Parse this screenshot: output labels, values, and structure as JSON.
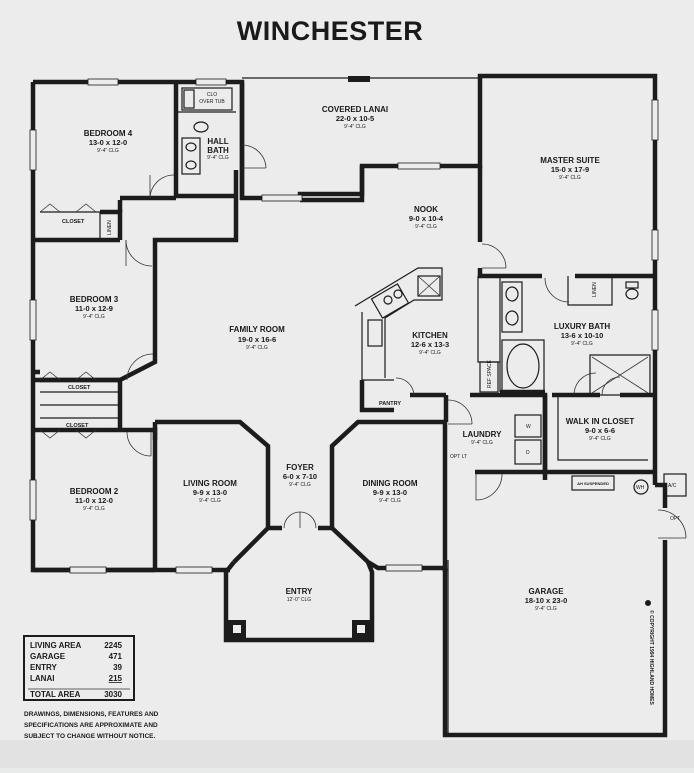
{
  "title": "WINCHESTER",
  "rooms": {
    "bedroom4": {
      "name": "BEDROOM 4",
      "dims": "13-0 x 12-0",
      "clg": "9'-4\" CLG"
    },
    "hall_bath": {
      "name": "HALL BATH",
      "name1": "HALL",
      "name2": "BATH",
      "clg": "9'-4\" CLG",
      "clo": "CLO",
      "over_tub": "OVER TUB"
    },
    "covered_lanai": {
      "name": "COVERED LANAI",
      "dims": "22-0 x 10-5",
      "clg": "9'-4\" CLG"
    },
    "master_suite": {
      "name": "MASTER SUITE",
      "dims": "15-0 x 17-9",
      "clg": "9'-4\" CLG"
    },
    "nook": {
      "name": "NOOK",
      "dims": "9-0 x 10-4",
      "clg": "9'-4\" CLG"
    },
    "bedroom3": {
      "name": "BEDROOM 3",
      "dims": "11-0 x 12-9",
      "clg": "9'-4\" CLG"
    },
    "family_room": {
      "name": "FAMILY ROOM",
      "dims": "19-0 x 16-6",
      "clg": "9'-4\" CLG"
    },
    "kitchen": {
      "name": "KITCHEN",
      "dims": "12-6 x 13-3",
      "clg": "9'-4\" CLG"
    },
    "luxury_bath": {
      "name": "LUXURY BATH",
      "dims": "13-6 x 10-10",
      "clg": "9'-4\" CLG"
    },
    "walk_in_closet": {
      "name": "WALK IN CLOSET",
      "dims": "9-0 x 6-6",
      "clg": "9'-4\" CLG"
    },
    "pantry": {
      "name": "PANTRY"
    },
    "laundry": {
      "name": "LAUNDRY",
      "clg": "9'-4\" CLG"
    },
    "bedroom2": {
      "name": "BEDROOM 2",
      "dims": "11-0 x 12-0",
      "clg": "9'-4\" CLG"
    },
    "living_room": {
      "name": "LIVING ROOM",
      "dims": "9-9 x 13-0",
      "clg": "9'-4\" CLG"
    },
    "foyer": {
      "name": "FOYER",
      "dims": "6-0 x 7-10",
      "clg": "9'-4\" CLG"
    },
    "dining_room": {
      "name": "DINING ROOM",
      "dims": "9-9 x 13-0",
      "clg": "9'-4\" CLG"
    },
    "entry": {
      "name": "ENTRY",
      "clg": "12'-0\" CLG"
    },
    "garage": {
      "name": "GARAGE",
      "dims": "18-10 x 23-0",
      "clg": "9'-4\" CLG"
    }
  },
  "labels": {
    "closet": "CLOSET",
    "linen": "LINEN",
    "opt_lt": "OPT LT",
    "opt": "OPT",
    "ac": "A/C",
    "wh": "WH",
    "w": "W",
    "d": "D",
    "ah_suspended": "AH SUSPENDED",
    "ref_space": "REF SPACE",
    "copyright": "© COPYRIGHT 1994 HIGHLAND HOMES"
  },
  "area_table": [
    {
      "label": "LIVING AREA",
      "value": "2245"
    },
    {
      "label": "GARAGE",
      "value": "471"
    },
    {
      "label": "ENTRY",
      "value": "39"
    },
    {
      "label": "LANAI",
      "value": "215"
    },
    {
      "label": "TOTAL AREA",
      "value": "3030"
    }
  ],
  "disclaimer": [
    "DRAWINGS, DIMENSIONS, FEATURES AND",
    "SPECIFICATIONS ARE APPROXIMATE AND",
    "SUBJECT TO CHANGE WITHOUT NOTICE."
  ]
}
